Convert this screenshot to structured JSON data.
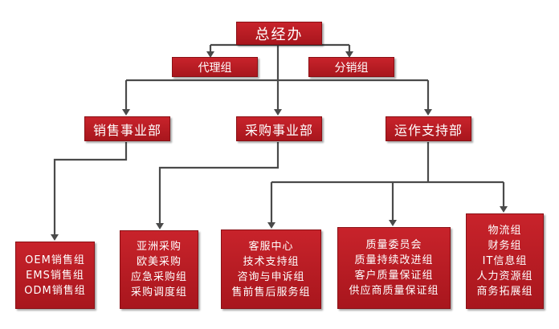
{
  "root": {
    "label": "总经办"
  },
  "groups": [
    {
      "label": "代理组"
    },
    {
      "label": "分销组"
    }
  ],
  "departments": [
    {
      "label": "销售事业部"
    },
    {
      "label": "采购事业部"
    },
    {
      "label": "运作支持部"
    }
  ],
  "teams": {
    "sales": [
      "OEM销售组",
      "EMS销售组",
      "ODM销售组"
    ],
    "purchasing": [
      "亚洲采购",
      "欧美采购",
      "应急采购组",
      "采购调度组"
    ],
    "service": [
      "客服中心",
      "技术支持组",
      "咨询与申诉组",
      "售前售后服务组"
    ],
    "quality": [
      "质量委员会",
      "质量持续改进组",
      "客户质量保证组",
      "供应商质量保证组"
    ],
    "support": [
      "物流组",
      "财务组",
      "IT信息组",
      "人力资源组",
      "商务拓展组"
    ]
  }
}
